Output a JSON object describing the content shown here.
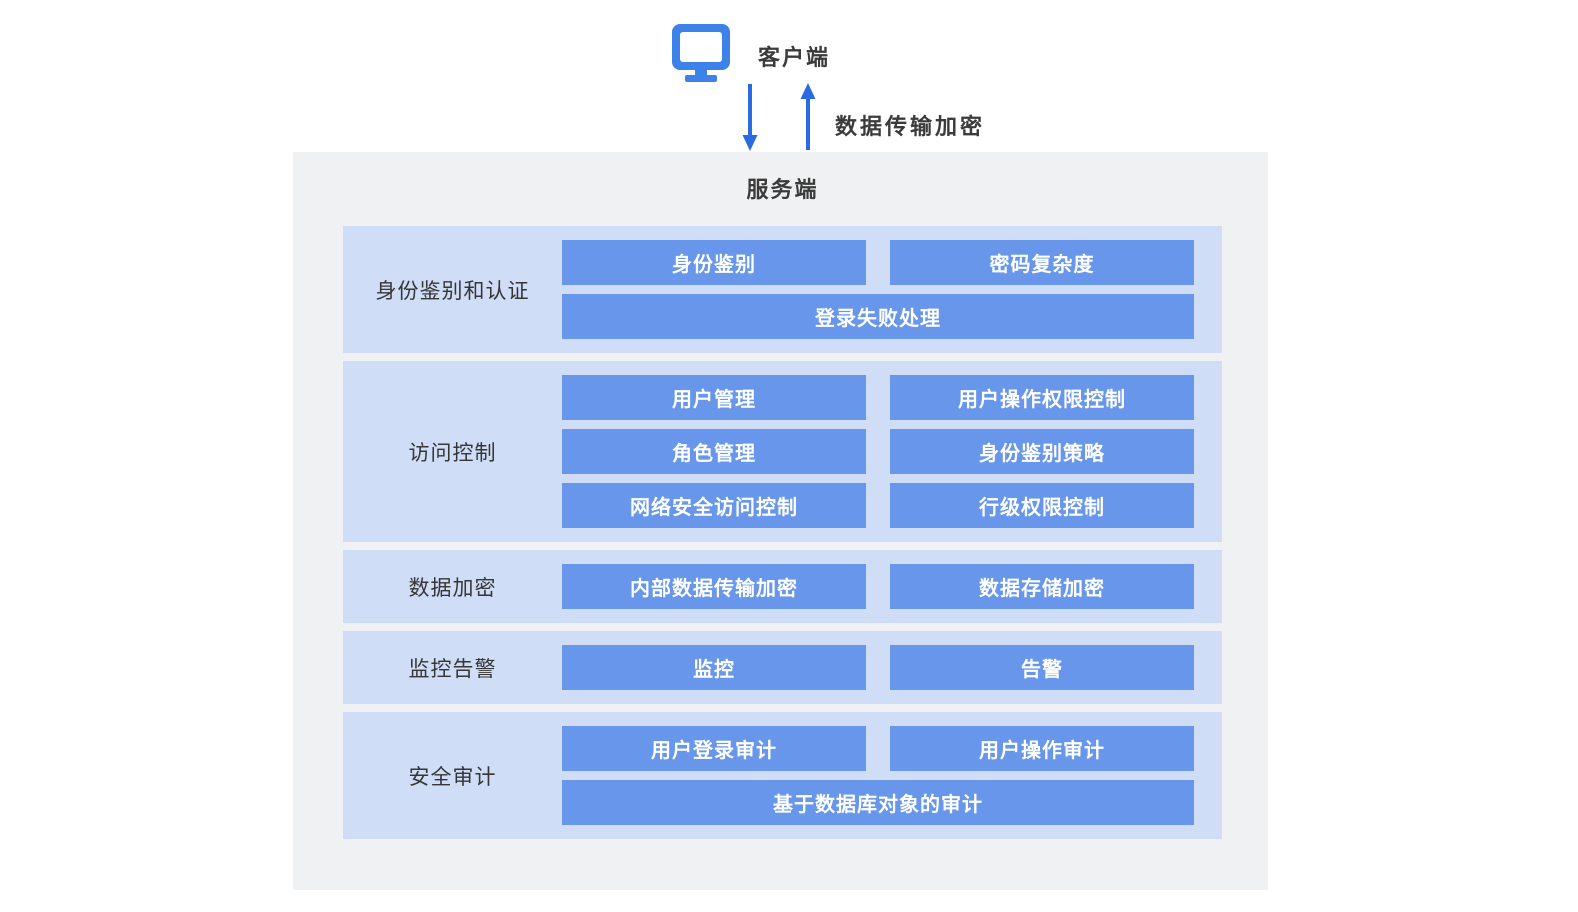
{
  "client": {
    "label": "客户端",
    "icon": "monitor-icon"
  },
  "link": {
    "label": "数据传输加密",
    "arrows": [
      "down-arrow",
      "up-arrow"
    ]
  },
  "server": {
    "title": "服务端",
    "groups": [
      {
        "label": "身份鉴别和认证",
        "rows": [
          [
            "身份鉴别",
            "密码复杂度"
          ],
          [
            "登录失败处理"
          ]
        ]
      },
      {
        "label": "访问控制",
        "rows": [
          [
            "用户管理",
            "用户操作权限控制"
          ],
          [
            "角色管理",
            "身份鉴别策略"
          ],
          [
            "网络安全访问控制",
            "行级权限控制"
          ]
        ]
      },
      {
        "label": "数据加密",
        "rows": [
          [
            "内部数据传输加密",
            "数据存储加密"
          ]
        ]
      },
      {
        "label": "监控告警",
        "rows": [
          [
            "监控",
            "告警"
          ]
        ]
      },
      {
        "label": "安全审计",
        "rows": [
          [
            "用户登录审计",
            "用户操作审计"
          ],
          [
            "基于数据库对象的审计"
          ]
        ]
      }
    ]
  },
  "colors": {
    "block_blue": "#6796eb",
    "group_bg": "#cfddf6",
    "server_bg": "#f0f1f2",
    "arrow_blue": "#2a6be2",
    "icon_blue": "#3c82e8",
    "dark_text": "#3b3b3b",
    "block_text": "#ffffff"
  }
}
